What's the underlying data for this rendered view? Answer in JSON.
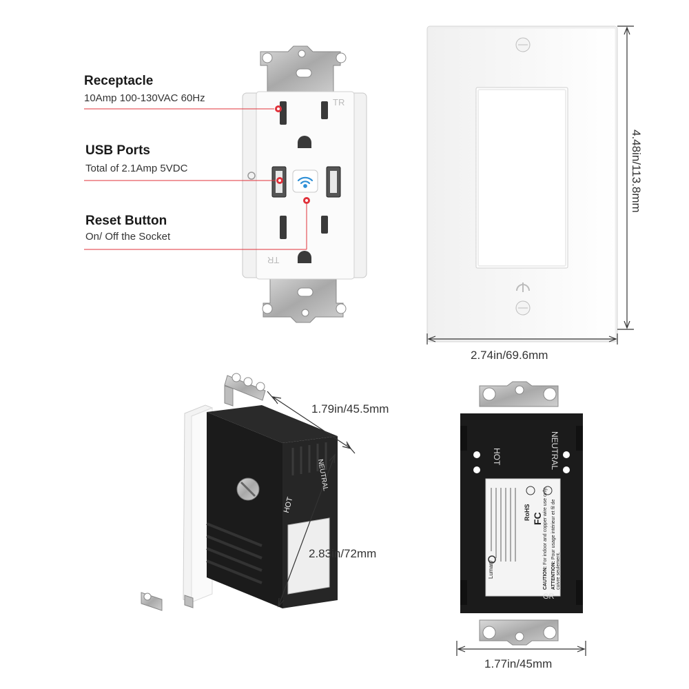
{
  "callouts": {
    "receptacle": {
      "title": "Receptacle",
      "spec": "10Amp 100-130VAC 60Hz"
    },
    "usb": {
      "title": "USB Ports",
      "spec": "Total of 2.1Amp 5VDC"
    },
    "reset": {
      "title": "Reset Button",
      "spec": "On/ Off the Socket"
    }
  },
  "dimensions": {
    "plate_height": "4.48in/113.8mm",
    "plate_width": "2.74in/69.6mm",
    "depth": "1.79in/45.5mm",
    "body_height": "2.83in/72mm",
    "body_width": "1.77in/45mm"
  },
  "outlet_marks": {
    "tr_top": "TR",
    "tr_bottom": "TR"
  },
  "back_labels": {
    "hot": "HOT",
    "neutral": "NEUTRAL",
    "ground": "GR",
    "brand": "Lumary",
    "rohs": "RoHS",
    "fc": "FC",
    "warning_en": "For indoor and copper wire use only.",
    "warning_fr": "Pour usage intérieur et fil de cuivre seulement.",
    "attention": "ATTENTION:",
    "caution": "CAUTION:"
  },
  "colors": {
    "accent_red": "#e0313a",
    "wifi_blue": "#2e8fd6",
    "body_black": "#1b1b1b"
  }
}
